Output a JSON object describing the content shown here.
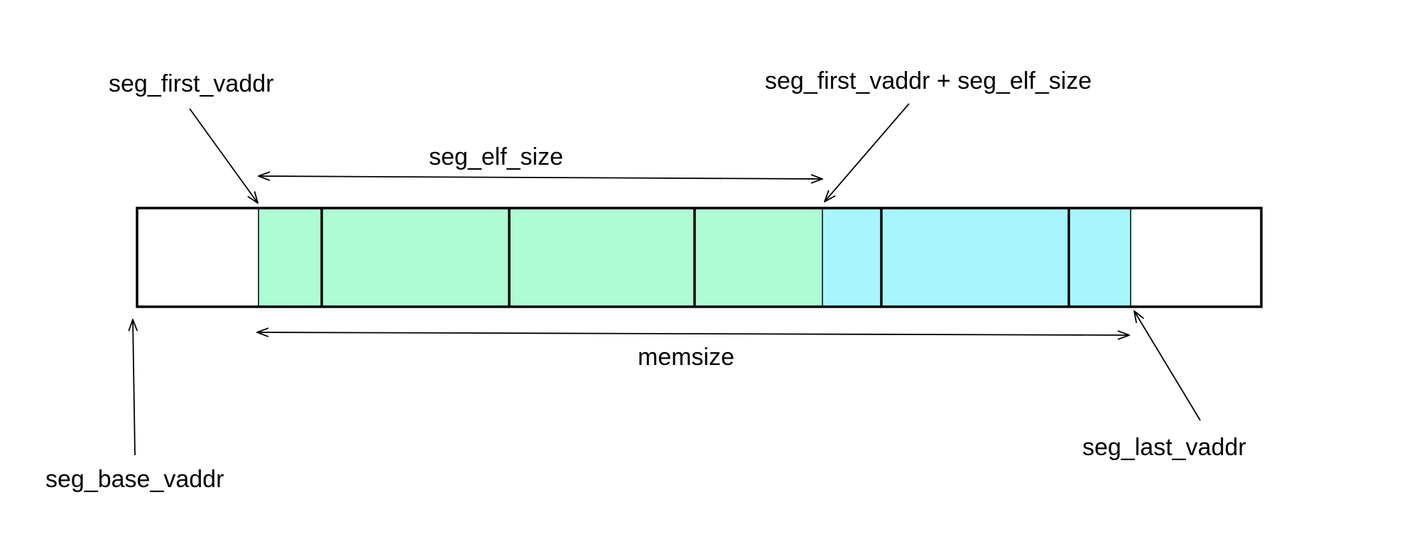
{
  "labels": {
    "seg_first_vaddr": "seg_first_vaddr",
    "seg_first_plus_elf": "seg_first_vaddr + seg_elf_size",
    "seg_elf_size": "seg_elf_size",
    "memsize": "memsize",
    "seg_base_vaddr": "seg_base_vaddr",
    "seg_last_vaddr": "seg_last_vaddr"
  },
  "colors": {
    "file_backed_fill": "#adfcd4",
    "memory_only_fill": "#a6f6fc",
    "outline": "#000000",
    "background": "#ffffff"
  },
  "segment_cells": {
    "file_backed_count": 4,
    "memory_only_count": 3
  }
}
